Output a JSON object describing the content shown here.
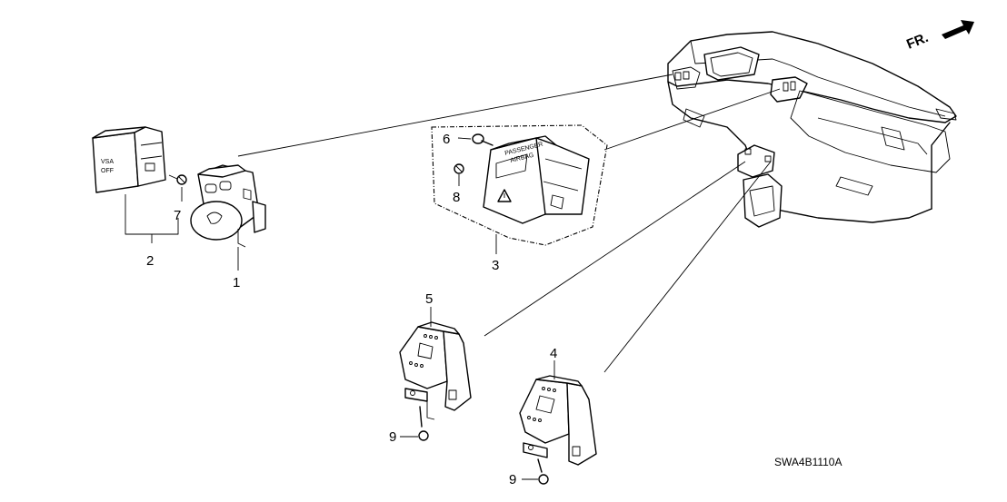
{
  "diagram": {
    "direction_label": "FR.",
    "drawing_code": "SWA4B1110A",
    "vsa_switch_text": [
      "VSA",
      "OFF"
    ],
    "passenger_airbag_text": [
      "PASSENGER",
      "AIRBAG"
    ],
    "callouts": [
      {
        "id": "1",
        "label": "1"
      },
      {
        "id": "2",
        "label": "2"
      },
      {
        "id": "3",
        "label": "3"
      },
      {
        "id": "4",
        "label": "4"
      },
      {
        "id": "5",
        "label": "5"
      },
      {
        "id": "6",
        "label": "6"
      },
      {
        "id": "7",
        "label": "7"
      },
      {
        "id": "8",
        "label": "8"
      },
      {
        "id": "9a",
        "label": "9"
      },
      {
        "id": "9b",
        "label": "9"
      }
    ]
  }
}
